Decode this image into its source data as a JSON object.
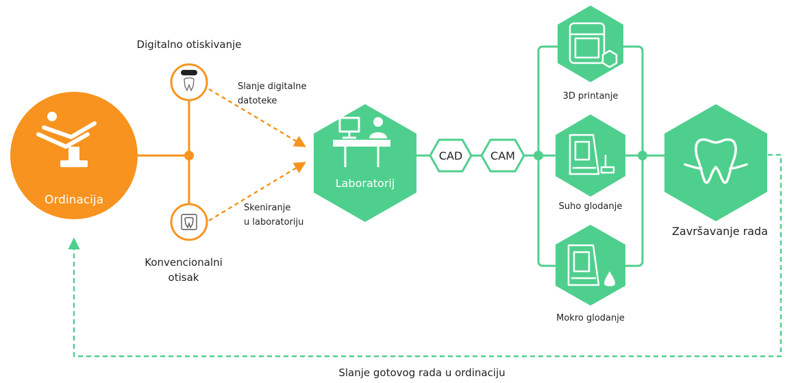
{
  "colors": {
    "orange": "#f7931e",
    "green": "#4fcf8d",
    "green_dark": "#2fb874",
    "text": "#222222",
    "white": "#ffffff"
  },
  "nodes": {
    "ordinacija": {
      "label": "Ordinacija",
      "icon": "dental-chair-icon"
    },
    "digital_impression": {
      "label": "Digitalno otiskivanje",
      "icon": "intraoral-scanner-tooth-icon"
    },
    "conventional_impression": {
      "label_line1": "Konvencionalni",
      "label_line2": "otisak",
      "icon": "impression-tray-tooth-icon"
    },
    "laboratorij": {
      "label": "Laboratorij",
      "icon": "lab-desk-computer-icon"
    },
    "cad": {
      "label": "CAD"
    },
    "cam": {
      "label": "CAM"
    },
    "printing_3d": {
      "label": "3D printanje",
      "icon": "3d-printer-icon"
    },
    "dry_milling": {
      "label": "Suho glodanje",
      "icon": "dry-milling-machine-icon"
    },
    "wet_milling": {
      "label": "Mokro glodanje",
      "icon": "wet-milling-machine-icon"
    },
    "finishing": {
      "label": "Završavanje rada",
      "icon": "tooth-icon"
    }
  },
  "edges": {
    "send_digital_line1": "Slanje digitalne",
    "send_digital_line2": "datoteke",
    "scan_lab_line1": "Skeniranje",
    "scan_lab_line2": "u laboratoriju",
    "send_back": "Slanje gotovog rada u ordinaciju"
  }
}
